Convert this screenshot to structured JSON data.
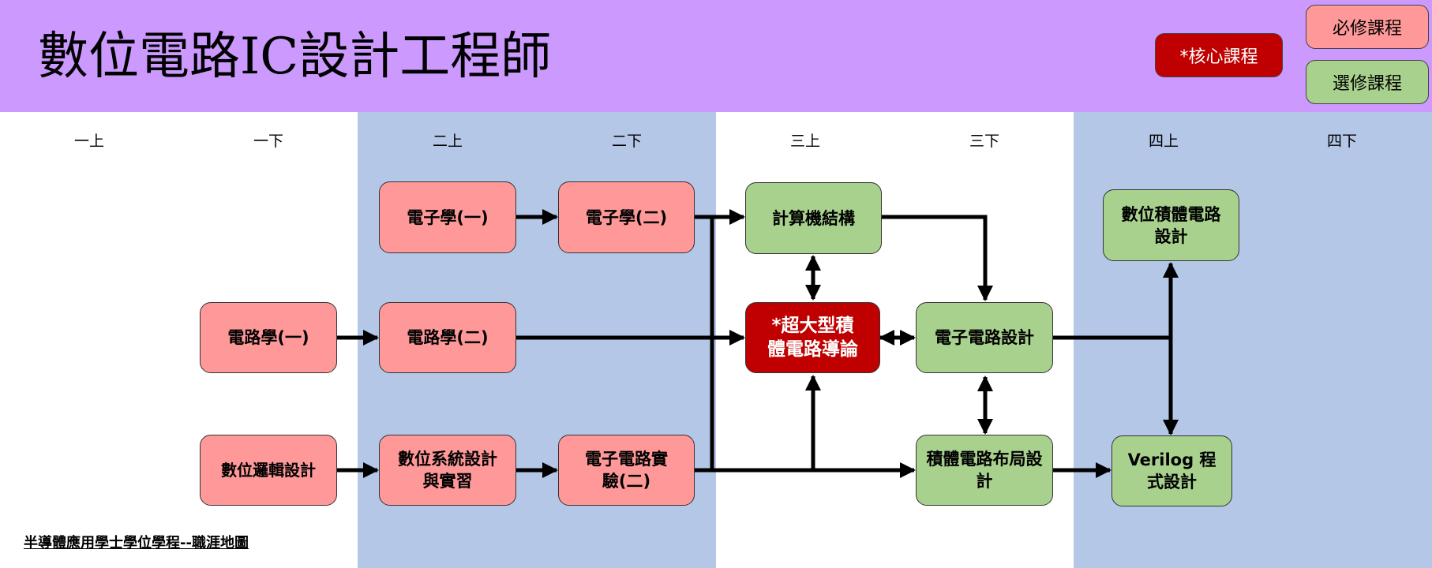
{
  "title": "數位電路IC設計工程師",
  "legend": {
    "core": "*核心課程",
    "required": "必修課程",
    "elective": "選修課程"
  },
  "semesters": [
    "一上",
    "一下",
    "二上",
    "二下",
    "三上",
    "三下",
    "四上",
    "四下"
  ],
  "courses": {
    "electronics_1": "電子學(一)",
    "electronics_2": "電子學(二)",
    "computer_architecture": "計算機結構",
    "digital_ic_design": "數位積體電路設計",
    "circuits_1": "電路學(一)",
    "circuits_2": "電路學(二)",
    "vlsi_intro": "*超大型積體電路導論",
    "electronic_circuit_design": "電子電路設計",
    "digital_logic_design": "數位邏輯設計",
    "digital_system_design_lab": "數位系統設計與實習",
    "electronic_circuit_lab_2": "電子電路實驗(二)",
    "ic_layout_design": "積體電路布局設計",
    "verilog_programming": "Verilog 程式設計"
  },
  "footer": "半導體應用學士學位學程--職涯地圖",
  "colors": {
    "header": "#cc99ff",
    "band": "#b4c7e7",
    "required": "#ff9999",
    "elective": "#a9d18e",
    "core": "#c00000"
  }
}
